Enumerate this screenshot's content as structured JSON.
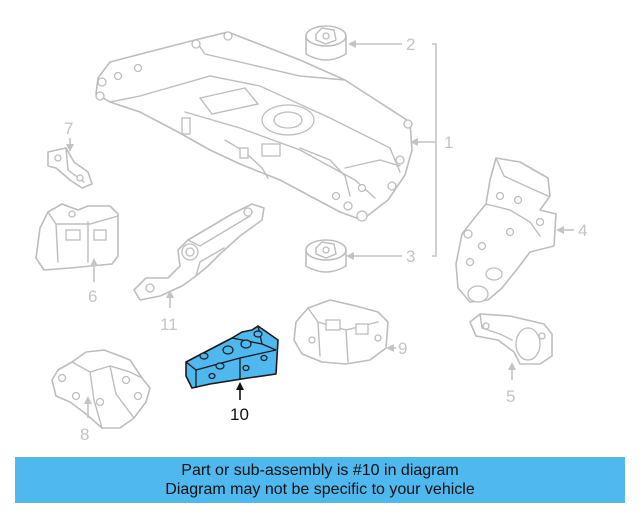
{
  "callouts": {
    "1": "1",
    "2": "2",
    "3": "3",
    "4": "4",
    "5": "5",
    "6": "6",
    "7": "7",
    "8": "8",
    "9": "9",
    "10": "10",
    "11": "11"
  },
  "highlighted_part": "10",
  "colors": {
    "highlight": "#4fb8ef",
    "outline": "#bdbdbd",
    "banner": "#4fb8ef"
  },
  "banner": {
    "line1": "Part or sub-assembly is #10 in diagram",
    "line2": "Diagram may not be specific to your vehicle"
  }
}
